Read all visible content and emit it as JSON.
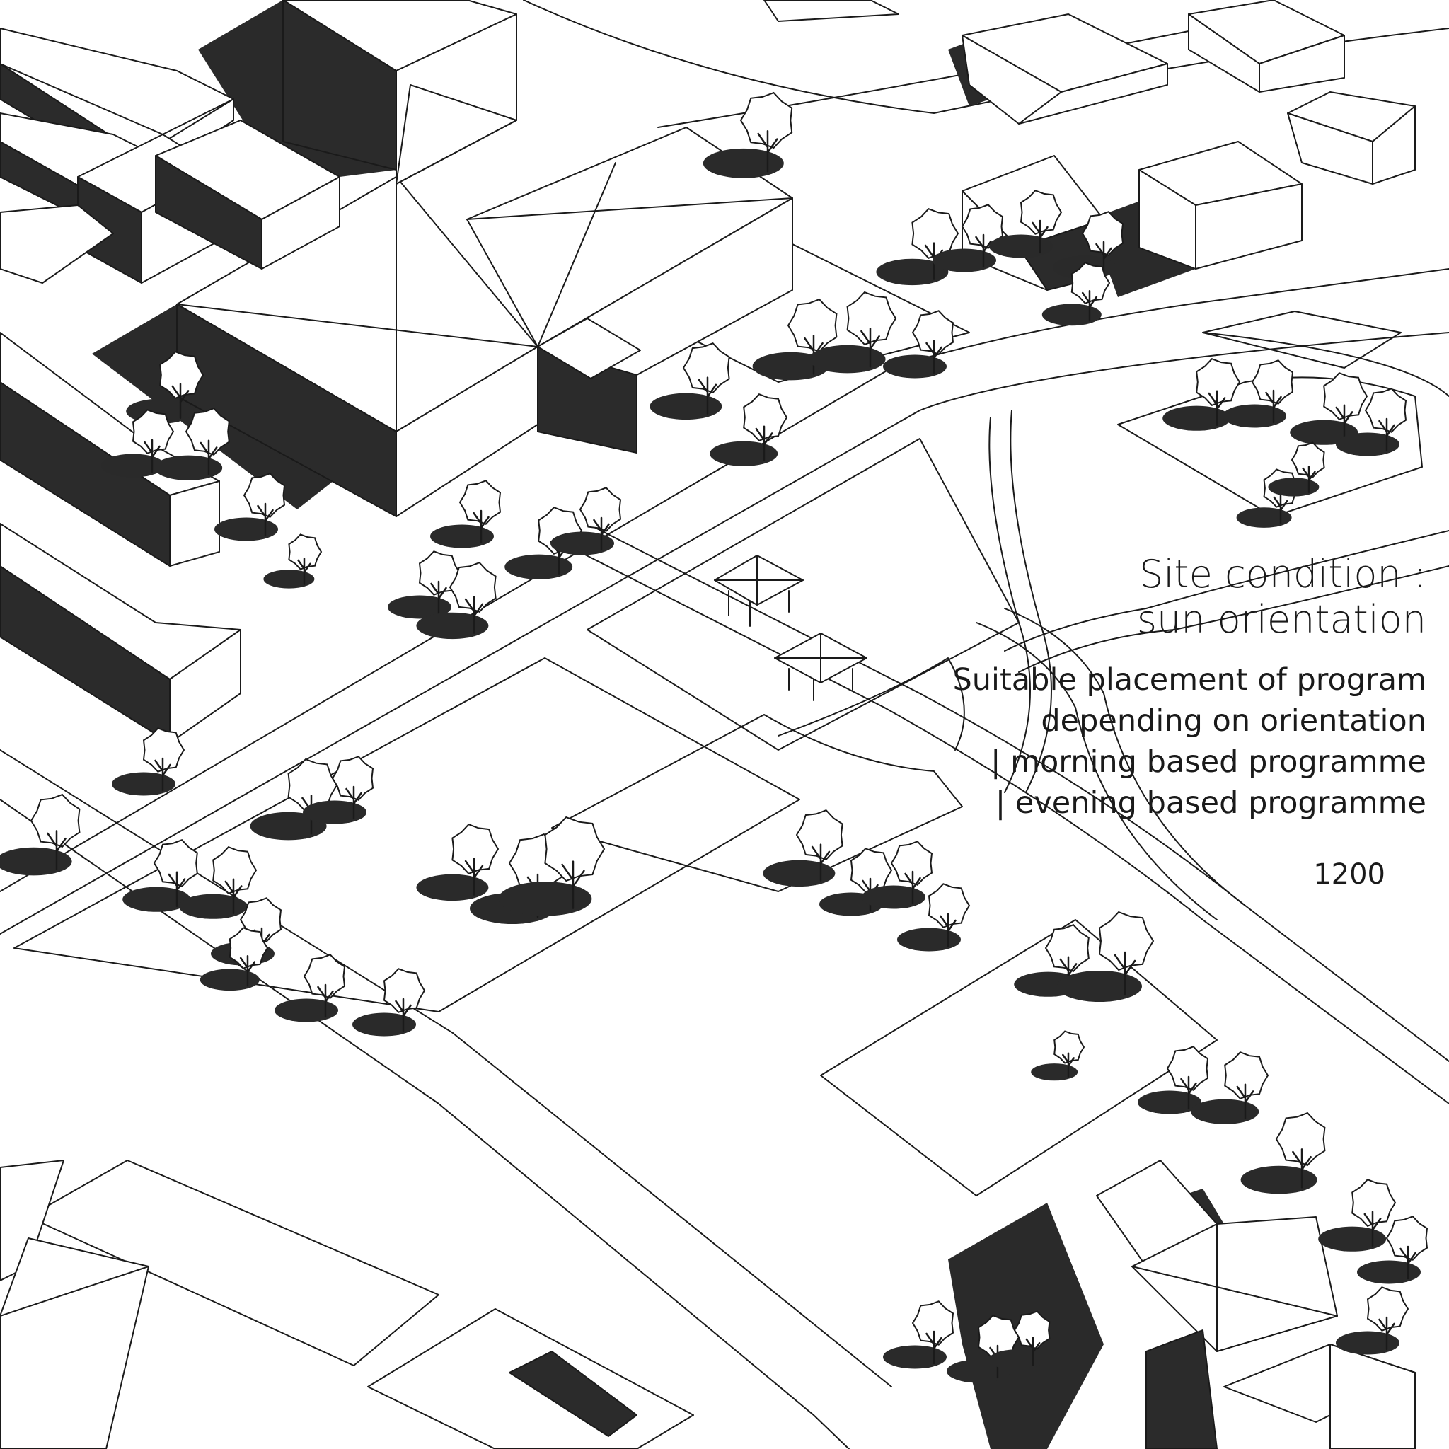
{
  "caption": {
    "title_line1": "Site condition :",
    "title_line2": "sun orientation",
    "subtitle": "Suitable placement of program depending on orientation",
    "items": [
      "| morning based programme",
      "| evening based programme"
    ],
    "scale": "1200"
  },
  "colors": {
    "ink": "#1a1a1a",
    "shadow": "#2a2a2a",
    "paper": "#ffffff"
  }
}
